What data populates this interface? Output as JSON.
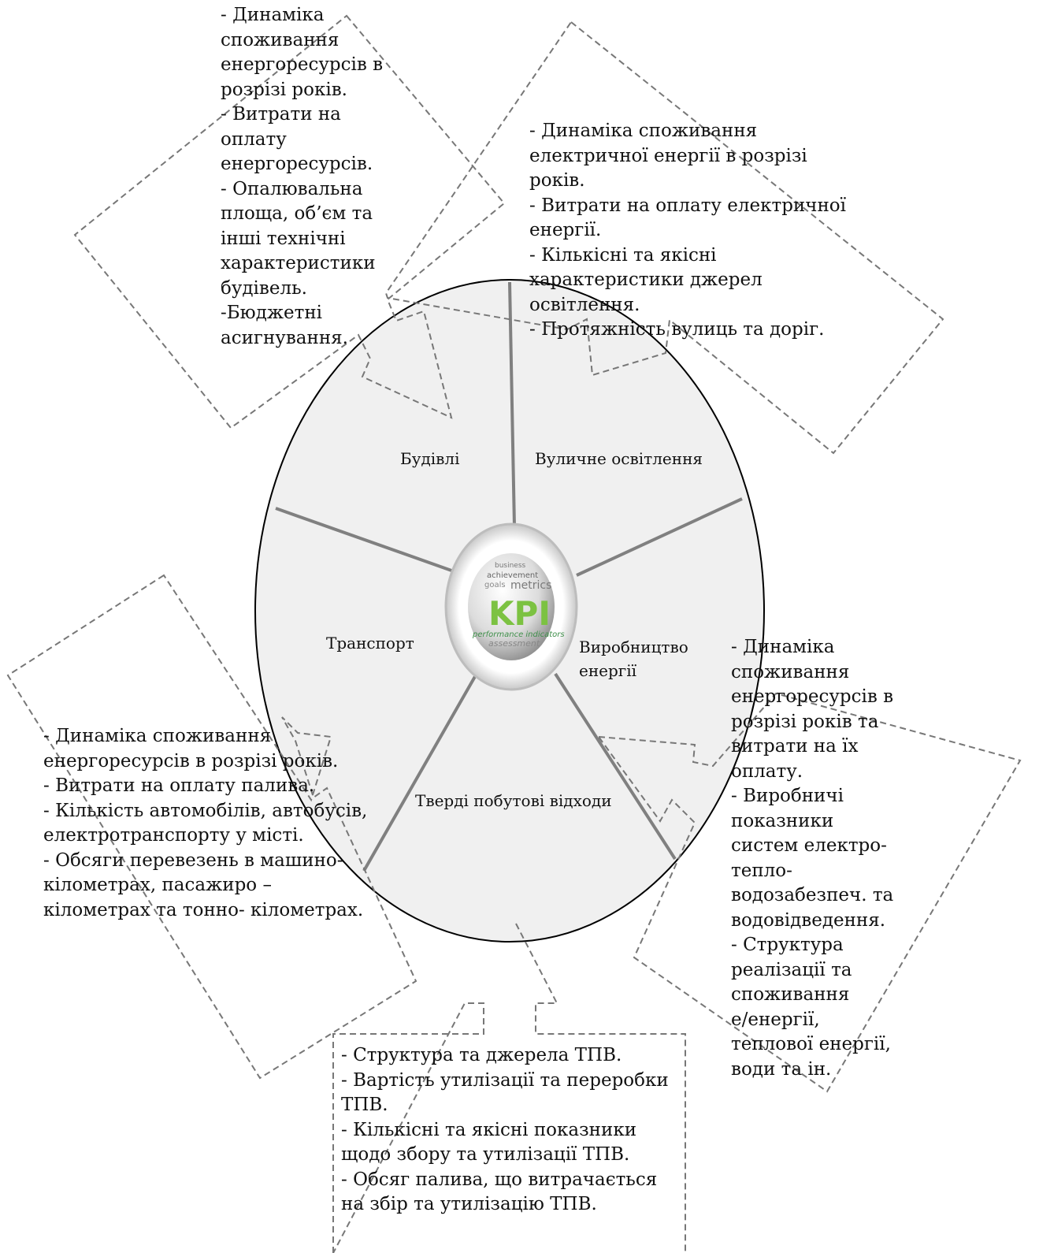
{
  "center": {
    "logo_big": "KPI",
    "logo_small": "performance indicators",
    "words": [
      "metrics",
      "achievement",
      "goals",
      "business",
      "assessment"
    ]
  },
  "segments": {
    "buildings": "Будівлі",
    "street_lighting": "Вуличне освітлення",
    "transport": "Транспорт",
    "energy_production": [
      "Виробництво",
      "енергії"
    ],
    "solid_waste": "Тверді побутові відходи"
  },
  "annotations": {
    "buildings": [
      "- Динаміка",
      "споживання",
      "енергоресурсів в",
      "розрізі років.",
      "- Витрати на",
      "оплату",
      "енергоресурсів.",
      "- Опалювальна",
      "площа, об’єм та",
      "інші технічні",
      "характеристики",
      "будівель.",
      "-Бюджетні",
      "асигнування."
    ],
    "street_lighting": [
      "- Динаміка споживання",
      "електричної енергії в розрізі",
      "років.",
      "- Витрати на оплату електричної",
      "енергії.",
      "- Кількісні та якісні",
      "характеристики джерел",
      "освітлення.",
      "- Протяжність вулиць та доріг."
    ],
    "transport": [
      "- Динаміка споживання",
      "енергоресурсів в розрізі років.",
      "- Витрати на оплату палива.",
      "- Кількість автомобілів, автобусів,",
      "електротранспорту у місті.",
      "- Обсяги перевезень в машино-",
      "кілометрах, пасажиро –",
      "кілометрах та тонно- кілометрах."
    ],
    "energy_production": [
      "- Динаміка",
      "споживання",
      "енергоресурсів в",
      "розрізі років та",
      "витрати на їх",
      "оплату.",
      "- Виробничі",
      "показники",
      "систем електро-",
      "тепло-",
      "водозабезпеч. та",
      "водовідведення.",
      "- Структура",
      "реалізації та",
      "споживання",
      "е/енергії,",
      "теплової енергії,",
      "води та ін."
    ],
    "solid_waste": [
      "- Структура та джерела ТПВ.",
      "- Вартість утилізації та переробки",
      "ТПВ.",
      "- Кількісні та якісні показники",
      "щодо збору та утилізації ТПВ.",
      "- Обсяг палива, що витрачається",
      "на збір та утилізацію ТПВ."
    ]
  }
}
